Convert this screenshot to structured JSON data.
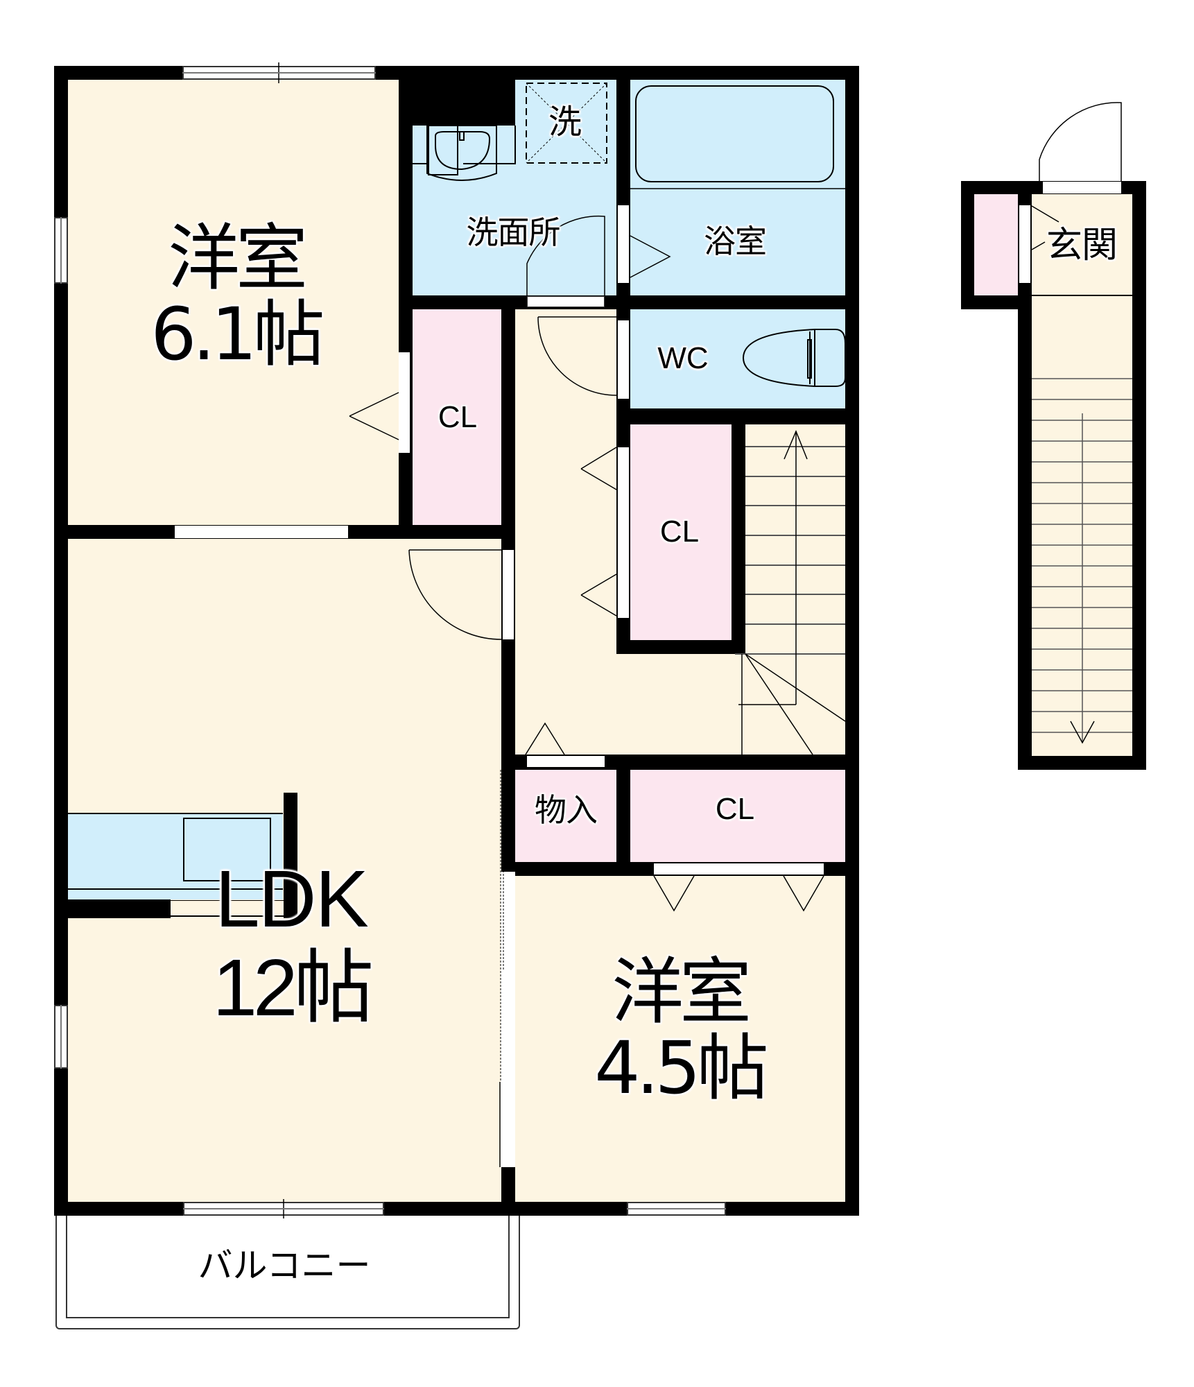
{
  "floor_plan": {
    "colors": {
      "wall": "#000000",
      "living": "#fdf5e2",
      "storage": "#fce6ef",
      "wet_area": "#d1eefb",
      "background": "#ffffff"
    },
    "rooms": {
      "western_room_1": {
        "name": "洋室",
        "size": "6.1帖"
      },
      "washroom": {
        "name": "洗面所"
      },
      "washer_space": {
        "name": "洗"
      },
      "bathroom": {
        "name": "浴室"
      },
      "toilet": {
        "name": "WC"
      },
      "closet_1": {
        "name": "CL"
      },
      "closet_2": {
        "name": "CL"
      },
      "closet_3": {
        "name": "CL"
      },
      "storage": {
        "name": "物入"
      },
      "ldk": {
        "name": "LDK",
        "size": "12帖"
      },
      "western_room_2": {
        "name": "洋室",
        "size": "4.5帖"
      },
      "balcony": {
        "name": "バルコニー"
      },
      "entrance": {
        "name": "玄関"
      }
    }
  }
}
